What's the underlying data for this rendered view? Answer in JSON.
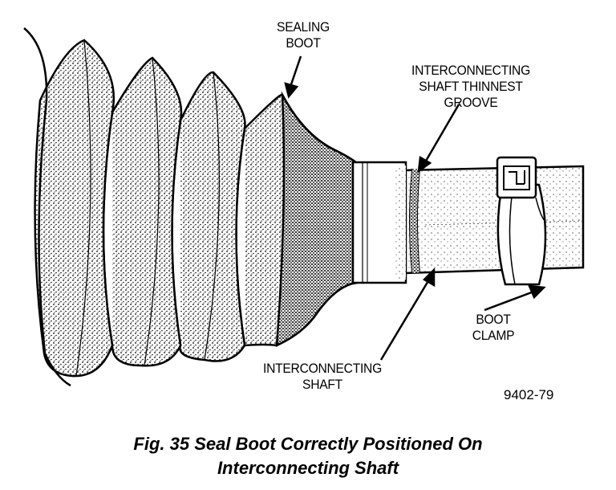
{
  "labels": {
    "sealing_boot": [
      "SEALING",
      "BOOT"
    ],
    "groove": [
      "INTERCONNECTING",
      "SHAFT THINNEST",
      "GROOVE"
    ],
    "boot_clamp": [
      "BOOT",
      "CLAMP"
    ],
    "shaft": [
      "INTERCONNECTING",
      "SHAFT"
    ]
  },
  "figure_number": "9402-79",
  "caption": [
    "Fig. 35 Seal Boot Correctly Positioned On",
    "Interconnecting Shaft"
  ]
}
